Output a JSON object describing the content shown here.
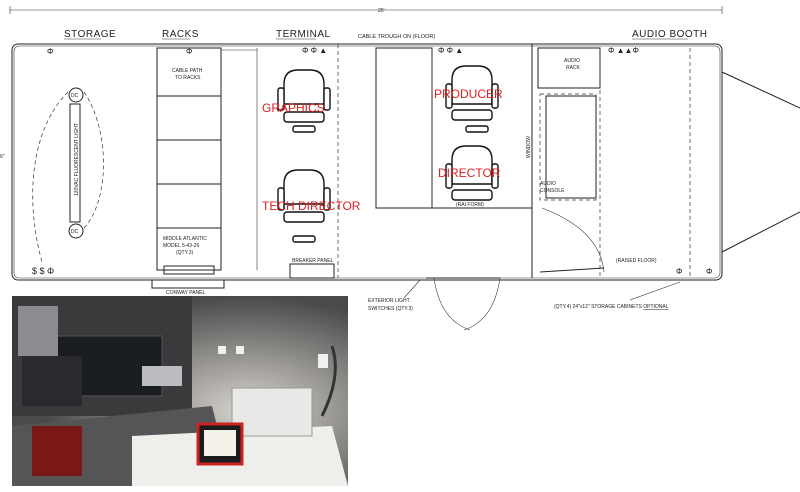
{
  "title_dimension": "25'",
  "side_dimension": "6\"",
  "sections": {
    "storage": "STORAGE",
    "racks": "RACKS",
    "terminal": "TERMINAL",
    "audio_booth": "AUDIO BOOTH"
  },
  "notes": {
    "cable_trough": "CABLE TROUGH ON (FLOOR)",
    "cable_path": [
      "CABLE PATH",
      "TO RACKS"
    ],
    "fluorescent": "120VAC FLUORESCENT LIGHT",
    "dc_top": "DC",
    "dc_bottom": "DC",
    "middle_atlantic": [
      "MIDDLE ATLANTIC",
      "MODEL 5-43-26",
      "(QTY.3)"
    ],
    "breaker_panel": "BREAKER PANEL",
    "conway_panel": "CONWAY PANEL",
    "exterior_switches": [
      "EXTERIOR LIGHT",
      "SWITCHES (QTY.3)"
    ],
    "audio_rack": [
      "AUDIO",
      "RACK"
    ],
    "audio_console": [
      "AUDIO",
      "CONSOLE"
    ],
    "window": "WINDOW",
    "raised_floor_short": "(RAI      FORM)",
    "raised_floor": "(RAISED FLOOR)",
    "storage_cabinets_prefix": "(QTY.4) 24\"x12\" STORAGE CABINETS ",
    "storage_cabinets_optional": "OPTIONAL",
    "outlet_symbols": "$ $ Φ"
  },
  "positions": {
    "graphics": "GRAPHICS",
    "producer": "PRODUCER",
    "tech_director": "TECH DIRECTOR",
    "director": "DIRECTOR"
  },
  "colors": {
    "line": "#222222",
    "position_label": "#e02020"
  },
  "photo": {
    "description_icon": "control-room-photo"
  }
}
